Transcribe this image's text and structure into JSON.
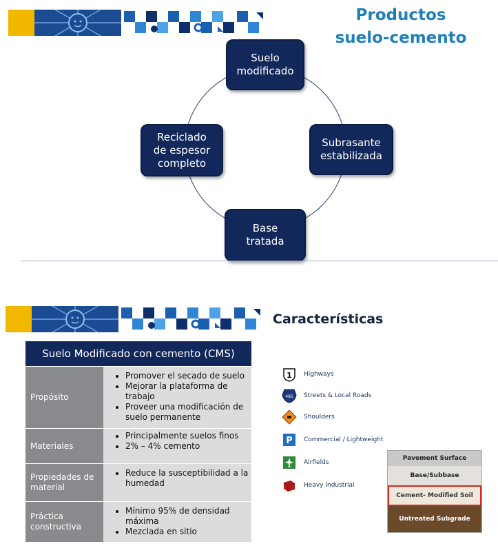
{
  "slide1": {
    "title_line1": "Productos",
    "title_line2": "suelo-cemento",
    "nodes": {
      "top": [
        "Suelo",
        "modificado"
      ],
      "right": [
        "Subrasante",
        "estabilizada"
      ],
      "bottom": [
        "Base",
        "tratada"
      ],
      "left": [
        "Reciclado",
        "de espesor",
        "completo"
      ]
    }
  },
  "slide2": {
    "title": "Características",
    "table": {
      "header": "Suelo Modificado con cemento (CMS)",
      "rows": [
        {
          "label": "Propósito",
          "items": [
            "Promover el secado de suelo",
            "Mejorar la plataforma de trabajo",
            "Proveer una modificación de suelo permanente"
          ]
        },
        {
          "label": "Materiales",
          "items": [
            "Principalmente suelos finos",
            "2% – 4% cemento"
          ]
        },
        {
          "label": "Propiedades de material",
          "items": [
            "Reduce la susceptibilidad a la humedad"
          ]
        },
        {
          "label": "Práctica constructiva",
          "items": [
            "Mínimo 95% de densidad máxima",
            "Mezclada en sitio"
          ]
        }
      ]
    },
    "legend": [
      {
        "label": "Highways",
        "icon": "highway-shield-icon"
      },
      {
        "label": "Streets & Local Roads",
        "icon": "road-shield-icon"
      },
      {
        "label": "Shoulders",
        "icon": "roadwork-sign-icon"
      },
      {
        "label": "Commercial / Lightweight",
        "icon": "parking-icon"
      },
      {
        "label": "Airfields",
        "icon": "airplane-icon"
      },
      {
        "label": "Heavy Industrial",
        "icon": "industrial-block-icon"
      }
    ],
    "highway_number": "1",
    "road_number": "495",
    "parking_letter": "P",
    "layers": [
      "Pavement Surface",
      "Base/Subbase",
      "Cement- Modified Soil",
      "Untreated Subgrade"
    ]
  }
}
